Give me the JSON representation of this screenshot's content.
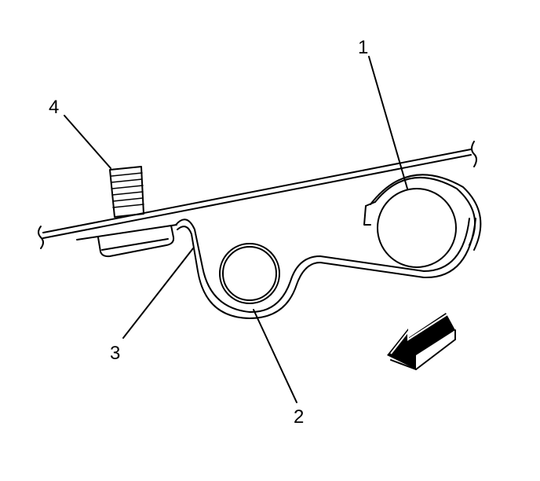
{
  "callouts": [
    {
      "id": "1",
      "label": "1"
    },
    {
      "id": "2",
      "label": "2"
    },
    {
      "id": "3",
      "label": "3"
    },
    {
      "id": "4",
      "label": "4"
    }
  ],
  "icons": {
    "direction_arrow": "arrow-icon",
    "bolt": "bolt-icon"
  }
}
